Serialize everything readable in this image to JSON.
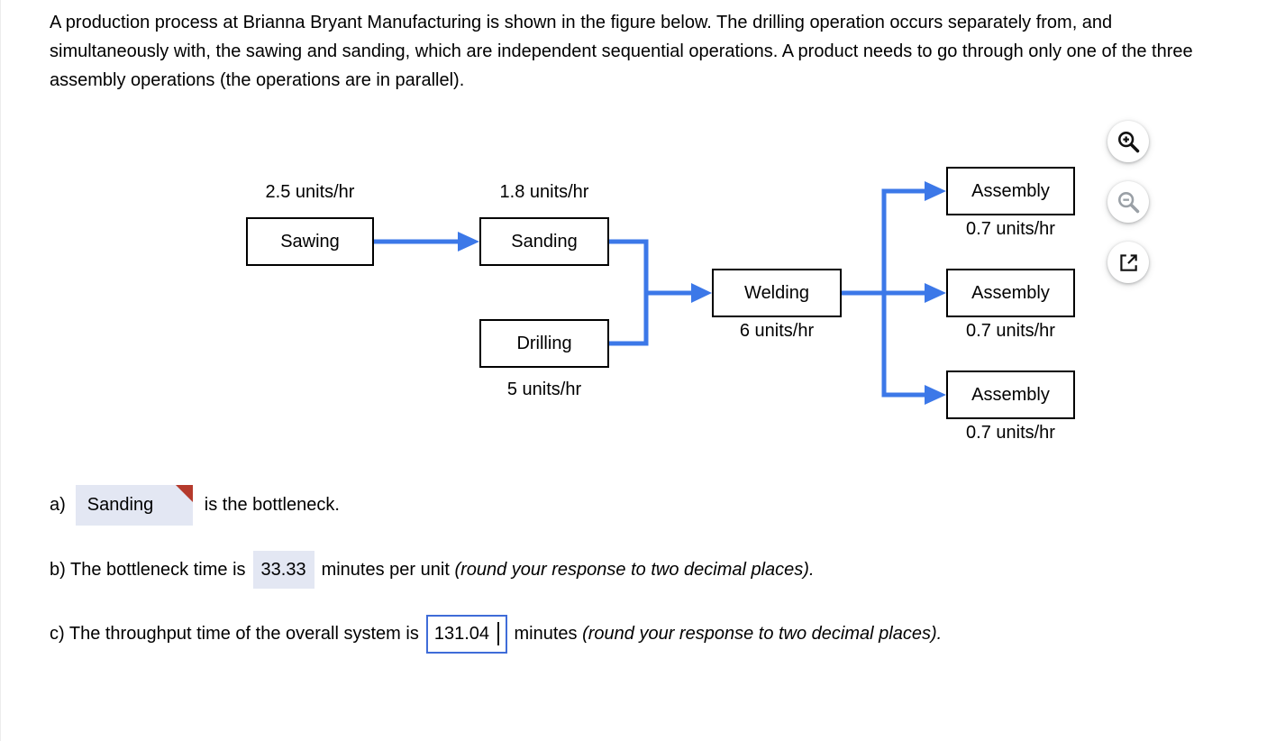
{
  "question": {
    "text": "A production process at Brianna Bryant Manufacturing is shown in the figure below. The drilling operation occurs separately from, and simultaneously with, the sawing and sanding, which are independent sequential operations. A product needs to go through only one of the three assembly operations (the operations are in parallel)."
  },
  "diagram": {
    "type": "process-flow",
    "arrow_color": "#3C78E8",
    "nodes": [
      {
        "id": "sawing",
        "label": "Sawing",
        "rate": "2.5 units/hr",
        "rate_position": "above"
      },
      {
        "id": "sanding",
        "label": "Sanding",
        "rate": "1.8 units/hr",
        "rate_position": "above"
      },
      {
        "id": "drilling",
        "label": "Drilling",
        "rate": "5 units/hr",
        "rate_position": "below"
      },
      {
        "id": "welding",
        "label": "Welding",
        "rate": "6 units/hr",
        "rate_position": "below"
      },
      {
        "id": "assembly-1",
        "label": "Assembly",
        "rate": "0.7 units/hr",
        "rate_position": "below"
      },
      {
        "id": "assembly-2",
        "label": "Assembly",
        "rate": "0.7 units/hr",
        "rate_position": "below"
      },
      {
        "id": "assembly-3",
        "label": "Assembly",
        "rate": "0.7 units/hr",
        "rate_position": "below"
      }
    ],
    "edges": [
      {
        "from": "sawing",
        "to": "sanding"
      },
      {
        "from": "sanding",
        "to": "welding"
      },
      {
        "from": "drilling",
        "to": "welding"
      },
      {
        "from": "welding",
        "to": "assembly-1"
      },
      {
        "from": "welding",
        "to": "assembly-2"
      },
      {
        "from": "welding",
        "to": "assembly-3"
      }
    ]
  },
  "toolbar": {
    "zoom_in_icon": "zoom-in",
    "zoom_out_icon": "zoom-out",
    "expand_icon": "open-in-new"
  },
  "answers": {
    "a": {
      "label": "a)",
      "value": "Sanding",
      "suffix": "is the bottleneck."
    },
    "b": {
      "prefix": "b) The bottleneck time is",
      "value": "33.33",
      "unit": "minutes per unit",
      "note": "(round your response to two decimal places)."
    },
    "c": {
      "prefix": "c) The throughput time of the overall system is",
      "value": "131.04",
      "unit": "minutes",
      "note": "(round your response to two decimal places)."
    }
  },
  "colors": {
    "flow_blue": "#3C78E8",
    "highlight_bg": "#E3E7F3",
    "flag_red": "#B53A2C",
    "input_border": "#3F6CD8"
  }
}
